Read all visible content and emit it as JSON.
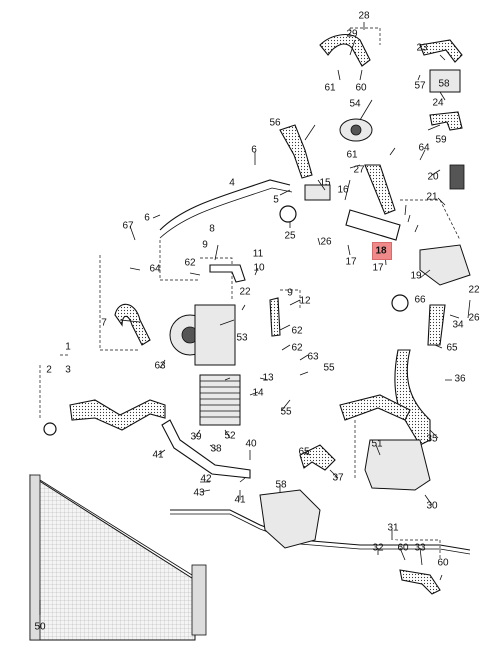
{
  "diagram": {
    "highlight_label": "18",
    "labels": [
      "28",
      "29",
      "23",
      "57",
      "58",
      "61",
      "60",
      "24",
      "54",
      "59",
      "56",
      "64",
      "6",
      "61",
      "5",
      "27",
      "20",
      "21",
      "4",
      "7",
      "15",
      "16",
      "25",
      "26",
      "19",
      "17",
      "17",
      "67",
      "8",
      "9",
      "62",
      "11",
      "10",
      "64",
      "12",
      "9",
      "22",
      "53",
      "62",
      "62",
      "66",
      "34",
      "26",
      "65",
      "63",
      "55",
      "1",
      "2",
      "3",
      "36",
      "63",
      "13",
      "14",
      "55",
      "39",
      "52",
      "35",
      "41",
      "38",
      "40",
      "65",
      "51",
      "37",
      "42",
      "43",
      "41",
      "58",
      "30",
      "31",
      "32",
      "60",
      "33",
      "60",
      "50",
      "6",
      "22"
    ]
  }
}
